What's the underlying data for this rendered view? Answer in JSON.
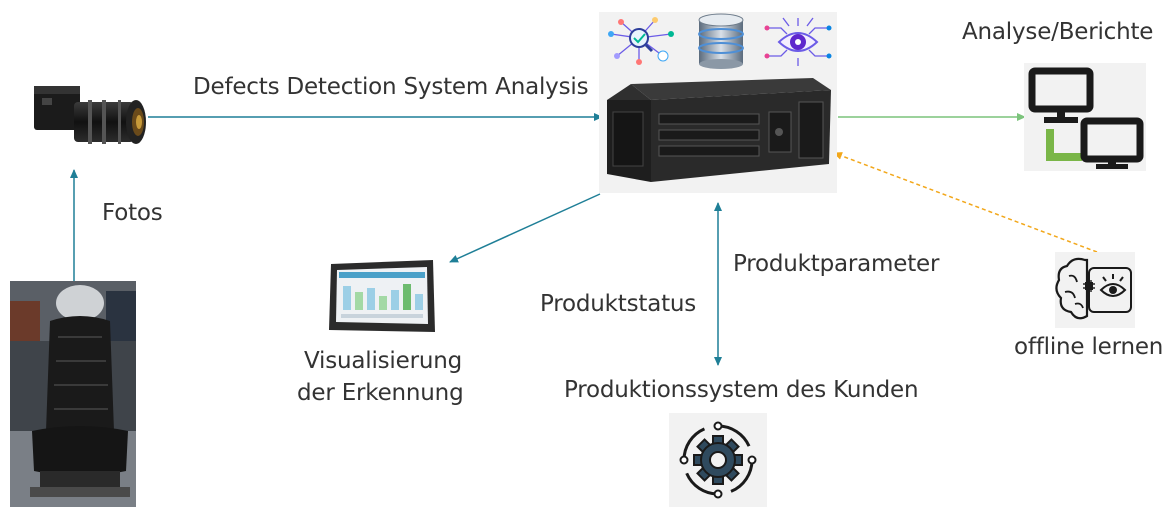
{
  "labels": {
    "analysis": "Defects Detection System Analysis",
    "photos": "Fotos",
    "reports": "Analyse/Berichte",
    "product_params": "Produktparameter",
    "product_status": "Produktstatus",
    "visualization_line1": "Visualisierung",
    "visualization_line2": "der Erkennung",
    "customer_system": "Produktionssystem des Kunden",
    "offline": "offline lernen"
  },
  "colors": {
    "teal_arrow": "#1f7f97",
    "green_arrow": "#7cc47c",
    "orange_dashed": "#f2a71a",
    "green_accent": "#7ab648"
  },
  "icons": [
    "camera-icon",
    "seat-photo",
    "server-icon",
    "analytics-icon",
    "database-icon",
    "eye-network-icon",
    "monitors-icon",
    "touch-panel-icon",
    "gear-cycle-icon",
    "brain-eye-icon"
  ]
}
